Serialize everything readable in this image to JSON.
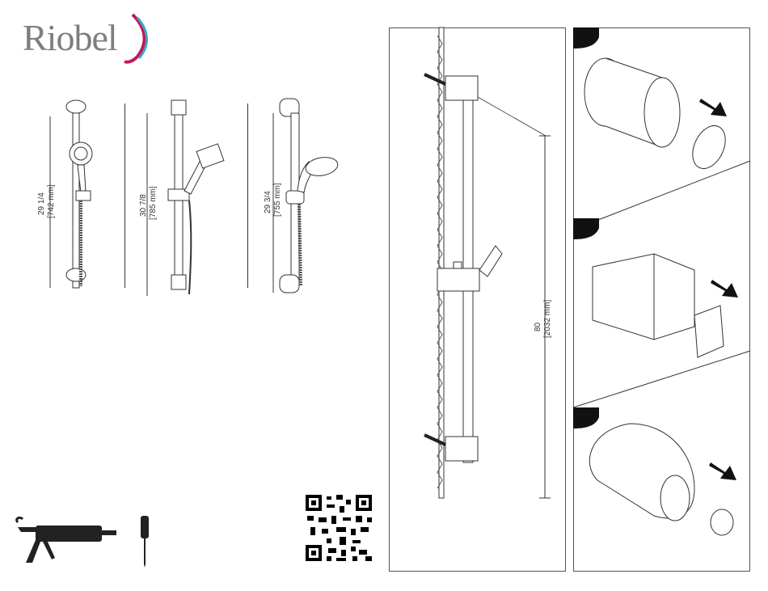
{
  "brand": {
    "name": "Riobel"
  },
  "models": [
    {
      "dimension_in": "29 1/4",
      "dimension_mm": "[742 mm]"
    },
    {
      "dimension_in": "30 7/8",
      "dimension_mm": "[785 mm]"
    },
    {
      "dimension_in": "29 3/4",
      "dimension_mm": "[755 mm]"
    }
  ],
  "install": {
    "dimension_in": "80",
    "dimension_mm": "[2032 mm]"
  },
  "tools": [
    "caulking-gun-icon",
    "screwdriver-icon"
  ],
  "qr": "qr-code"
}
